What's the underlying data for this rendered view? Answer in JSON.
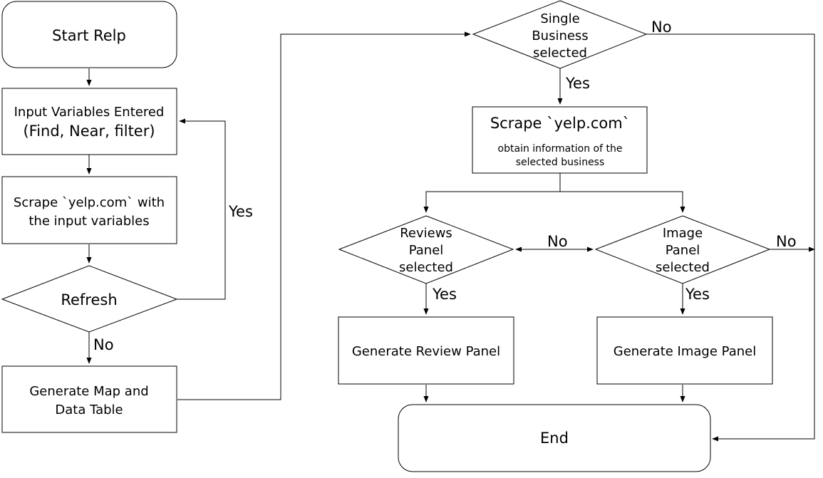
{
  "nodes": {
    "start": "Start Relp",
    "input_vars": [
      "Input Variables Entered",
      "(Find, Near, filter)"
    ],
    "scrape_input": [
      "Scrape `yelp.com` with",
      "the input variables"
    ],
    "refresh": "Refresh",
    "generate_map": [
      "Generate Map and",
      "Data Table"
    ],
    "single_business": [
      "Single",
      "Business",
      "selected"
    ],
    "scrape_business_title": "Scrape `yelp.com`",
    "scrape_business_desc": [
      "obtain information of the",
      "selected business"
    ],
    "reviews_panel": [
      "Reviews",
      "Panel",
      "selected"
    ],
    "image_panel": [
      "Image",
      "Panel",
      "selected"
    ],
    "generate_review": "Generate Review Panel",
    "generate_image": "Generate Image Panel",
    "end": "End"
  },
  "edge_labels": {
    "refresh_yes": "Yes",
    "refresh_no": "No",
    "single_no": "No",
    "single_yes": "Yes",
    "between_panels_no": "No",
    "image_no": "No",
    "reviews_yes": "Yes",
    "image_yes": "Yes"
  }
}
